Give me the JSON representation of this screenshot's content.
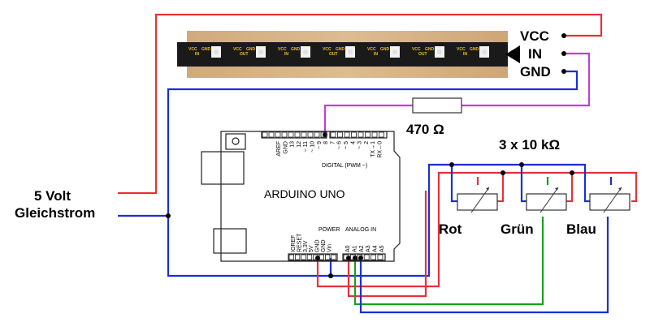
{
  "strip": {
    "vcc_label": "VCC",
    "in_label": "IN",
    "gnd_label": "GND",
    "cell_labels": [
      "VCC",
      "IN",
      "GND",
      "VCC",
      "OUT",
      "GND",
      "VCC",
      "IN",
      "GND"
    ]
  },
  "power": {
    "line1": "5 Volt",
    "line2": "Gleichstrom"
  },
  "resistor": {
    "label": "470 Ω"
  },
  "pots": {
    "label": "3 x 10 kΩ",
    "names": [
      "Rot",
      "Grün",
      "Blau"
    ]
  },
  "arduino": {
    "name": "ARDUINO  UNO",
    "digital_label": "DIGITAL (PWM ~)",
    "power_label": "POWER",
    "analog_label": "ANALOG IN",
    "top_pins": [
      "AREF",
      "GND",
      "13",
      "12",
      "~ 11",
      "~ 10",
      "~ 9",
      "8",
      "7",
      "~ 6",
      "~ 5",
      "4",
      "~ 3",
      "2",
      "TX→1",
      "RX←0"
    ],
    "power_pins": [
      "IOREF",
      "RESET",
      "3,3V",
      "5V",
      "GND",
      "GND",
      "Vin"
    ],
    "analog_pins": [
      "A0",
      "A1",
      "A2",
      "A3",
      "A4",
      "A5"
    ]
  },
  "colors": {
    "vcc": "#e8303a",
    "gnd": "#1a2fd8",
    "data": "#c040d8",
    "green": "#18a020",
    "board": "#222222"
  }
}
